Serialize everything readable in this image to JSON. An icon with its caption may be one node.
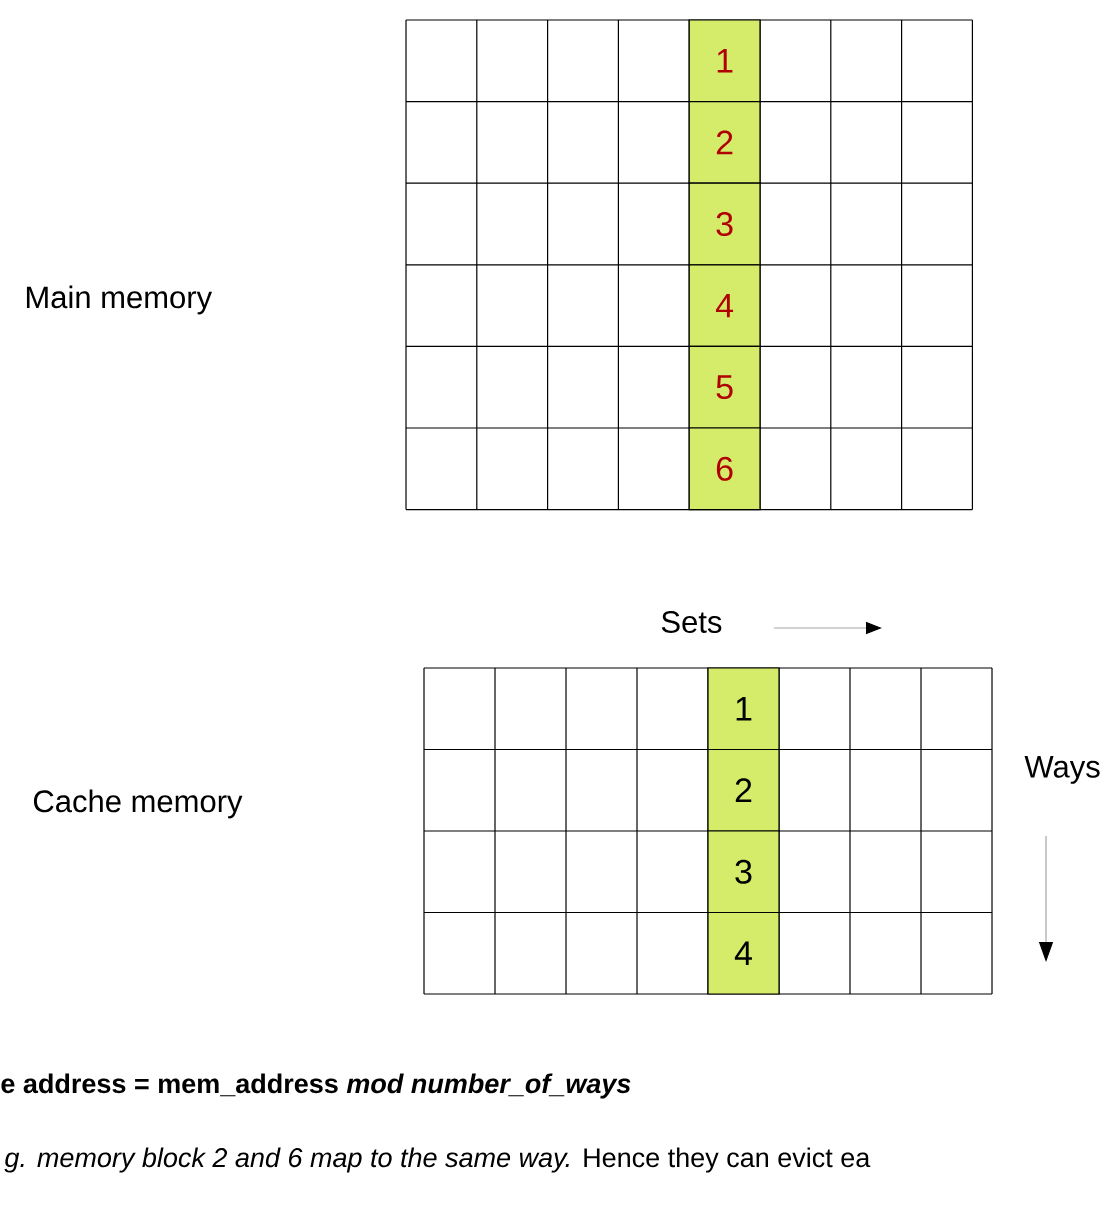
{
  "diagram": {
    "nodes": [
      {
        "text": [
          "1"
        ]
      },
      {
        "text": [
          "2"
        ]
      },
      {
        "text": [
          "3"
        ]
      },
      {
        "text": [
          "4"
        ]
      },
      {
        "text": [
          "5"
        ]
      },
      {
        "text": [
          "6"
        ]
      },
      {
        "text": [
          "1"
        ]
      },
      {
        "text": [
          "2"
        ]
      },
      {
        "text": [
          "3"
        ]
      },
      {
        "text": [
          "4"
        ]
      }
    ],
    "edges": [],
    "labels": [
      "Main memory",
      "Sets",
      "Cache memory",
      "Ways",
      "e address = mem_address *mod number_of_ways*",
      "*g. memory block 2 and 6 map to the same way.* Hence they can evict ea"
    ]
  }
}
